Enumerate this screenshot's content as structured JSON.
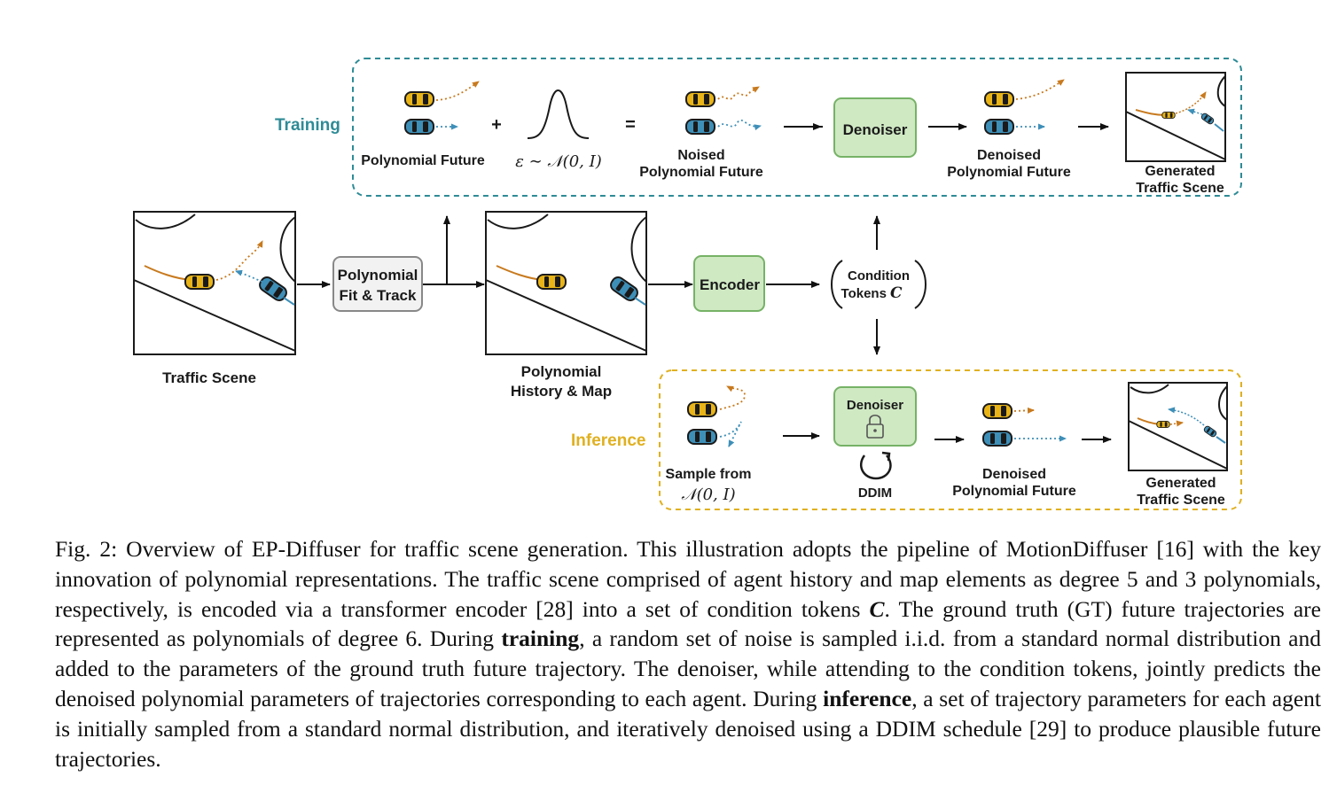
{
  "labels": {
    "training": "Training",
    "inference": "Inference",
    "polynomial_future": "Polynomial Future",
    "noise": "ε ∼ 𝒩(0, I)",
    "plus": "+",
    "equals": "=",
    "noised_1": "Noised",
    "noised_2": "Polynomial Future",
    "denoiser": "Denoiser",
    "denoised_1": "Denoised",
    "denoised_2": "Polynomial Future",
    "generated_1": "Generated",
    "generated_2": "Traffic Scene",
    "traffic_scene": "Traffic Scene",
    "poly_fit_1": "Polynomial",
    "poly_fit_2": "Fit & Track",
    "poly_history_1": "Polynomial",
    "poly_history_2": "History & Map",
    "encoder": "Encoder",
    "condition_1": "Condition",
    "condition_2": "Tokens",
    "condition_sym": "C",
    "sample_from": "Sample from",
    "normal": "𝒩(0, I)",
    "ddim": "DDIM"
  },
  "colors": {
    "training_accent": "#2e8b96",
    "inference_accent": "#e0b020",
    "box_fill": "#cfe9c3",
    "box_stroke": "#76b266",
    "yellow_car": "#e8b418",
    "blue_car": "#3e8fb8",
    "trajectory": "#c87a1e"
  },
  "caption": {
    "fig": "Fig. 2:",
    "text1": "Overview of EP-Diffuser for traffic scene generation. This illustration adopts the pipeline of MotionDiffuser [16] with the key innovation of polynomial representations. The traffic scene comprised of agent history and map elements as degree 5 and 3 polynomials, respectively, is encoded via a transformer encoder [28] into a set of condition tokens",
    "sym_c": "C",
    "text2": ". The ground truth (GT) future trajectories are represented as polynomials of degree 6. During",
    "training": "training",
    "text3": ", a random set of noise is sampled i.i.d. from a standard normal distribution and added to the parameters of the ground truth future trajectory. The denoiser, while attending to the condition tokens, jointly predicts the denoised polynomial parameters of trajectories corresponding to each agent. During",
    "inference": "inference",
    "text4": ", a set of trajectory parameters for each agent is initially sampled from a standard normal distribution, and iteratively denoised using a DDIM schedule [29] to produce plausible future trajectories."
  }
}
